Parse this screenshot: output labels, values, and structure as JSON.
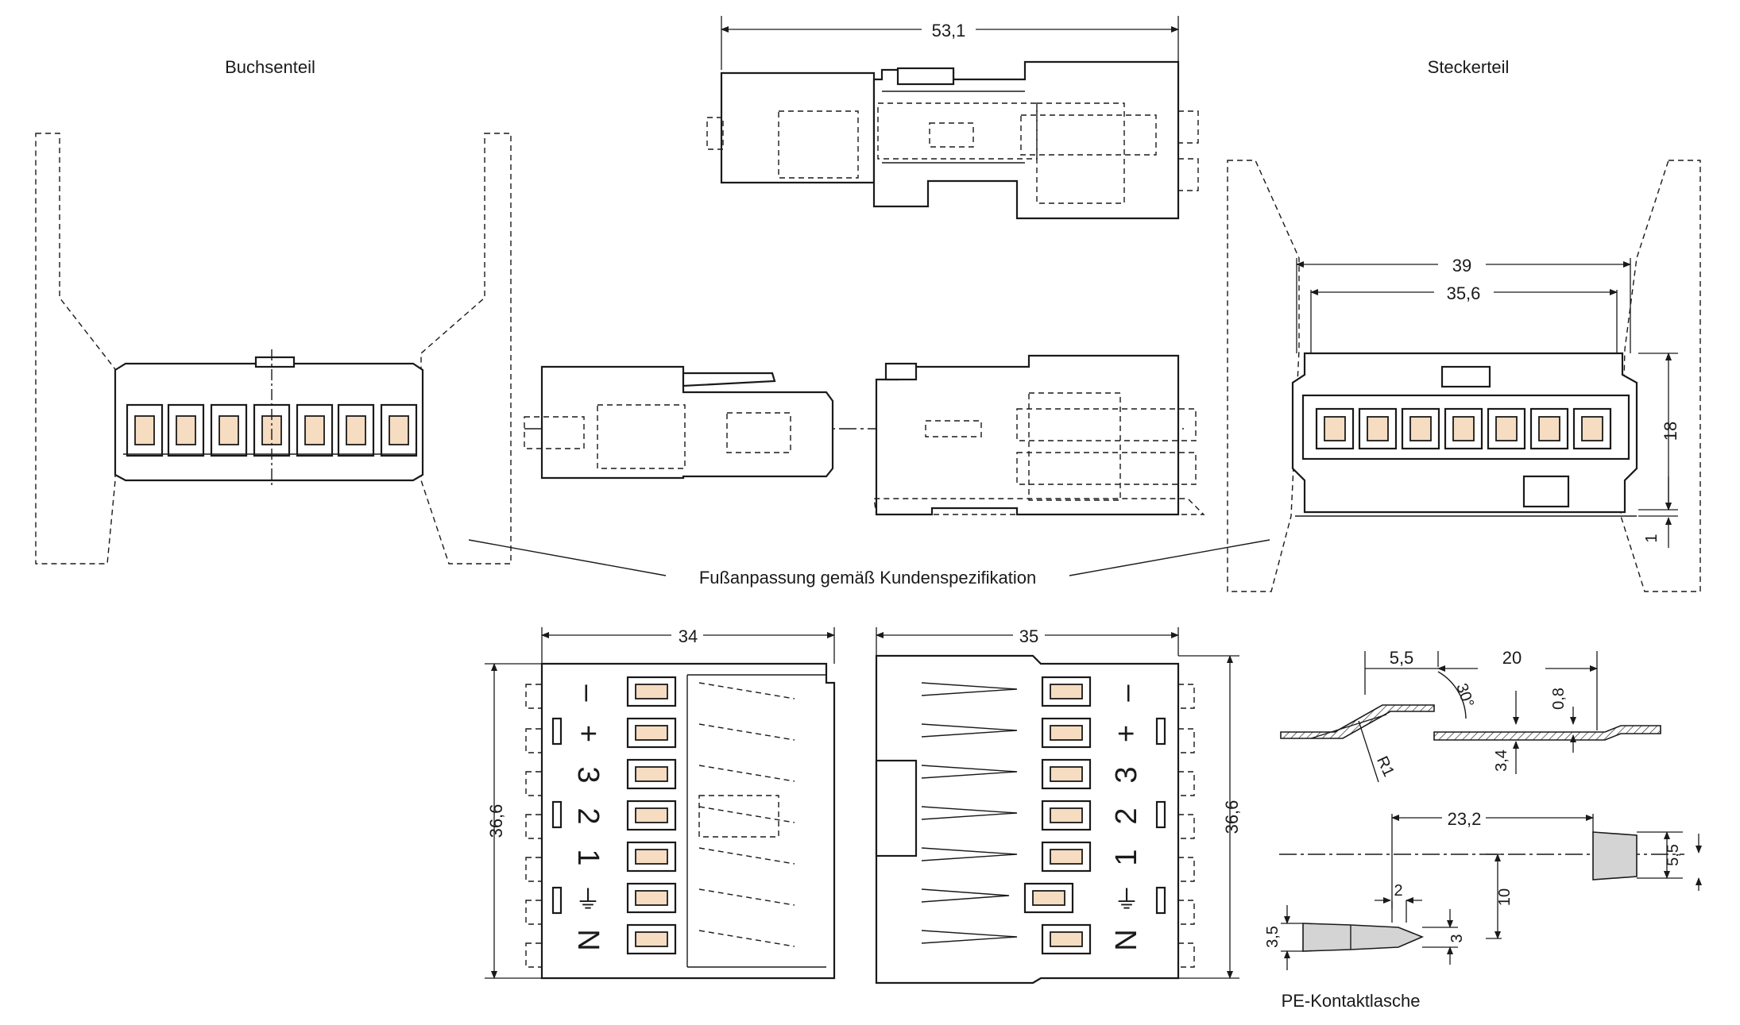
{
  "labels": {
    "buchsenteil": "Buchsenteil",
    "steckerteil": "Steckerteil",
    "fussanpassung": "Fußanpassung gemäß Kundenspezifikation",
    "pe_kontaktlasche": "PE-Kontaktlasche"
  },
  "dimensions": {
    "d53_1": "53,1",
    "d39": "39",
    "d35_6": "35,6",
    "d18": "18",
    "d1": "1",
    "d34": "34",
    "d35": "35",
    "d36_6_left": "36,6",
    "d36_6_right": "36,6",
    "d5_5_top": "5,5",
    "d20": "20",
    "angle30": "30°",
    "d0_8": "0,8",
    "r1": "R1",
    "d3_4": "3,4",
    "d23_2": "23,2",
    "d5_5_side": "5,5",
    "d2": "2",
    "d10": "10",
    "d3_5": "3,5",
    "d3": "3"
  },
  "pin_marks": {
    "left": [
      "–",
      "+",
      "3",
      "2",
      "1",
      "⏚",
      "N"
    ],
    "right": [
      "–",
      "+",
      "3",
      "2",
      "1",
      "⏚",
      "N"
    ]
  },
  "icons": [
    "ground-symbol-icon",
    "dimension-arrow-icon"
  ]
}
